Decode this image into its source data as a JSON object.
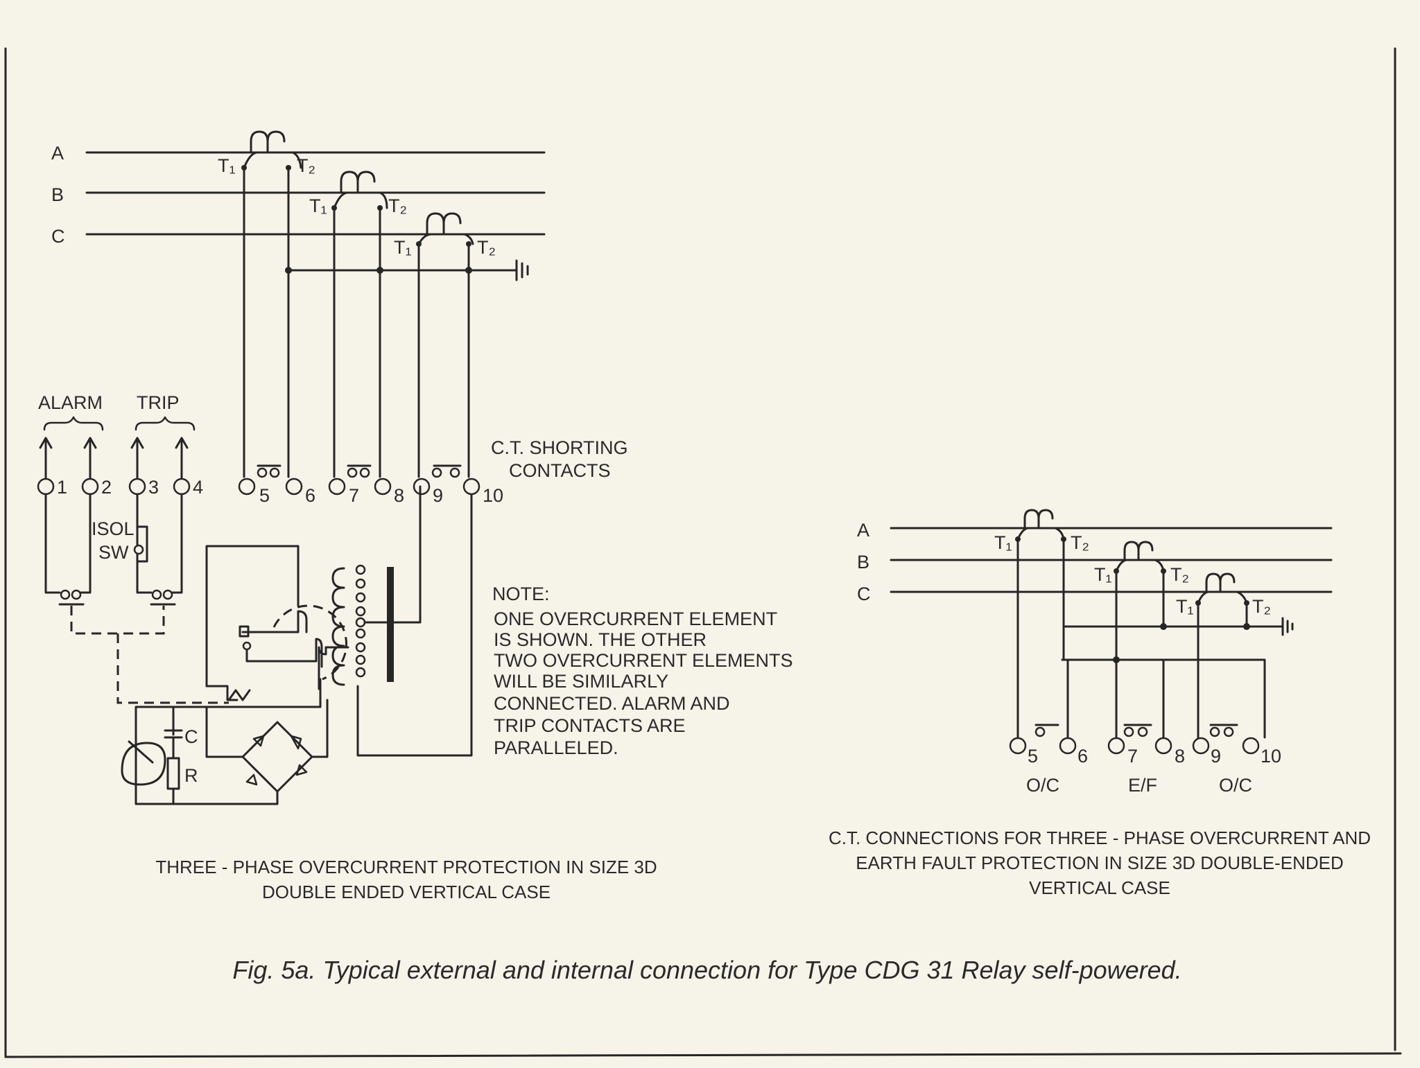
{
  "phases": [
    "A",
    "B",
    "C"
  ],
  "ct": {
    "t1": "T₁",
    "t2": "T₂"
  },
  "left": {
    "alarm": "ALARM",
    "trip": "TRIP",
    "terminals": [
      "1",
      "2",
      "3",
      "4",
      "5",
      "6",
      "7",
      "8",
      "9",
      "10"
    ],
    "isol": "ISOL",
    "sw": "SW",
    "cap_c": "C",
    "res_r": "R",
    "ct_shorting": [
      "C.T. SHORTING",
      "CONTACTS"
    ],
    "note": [
      "NOTE:",
      "ONE OVERCURRENT ELEMENT",
      "IS SHOWN. THE OTHER",
      "TWO OVERCURRENT ELEMENTS",
      "WILL BE SIMILARLY",
      "CONNECTED. ALARM AND",
      "TRIP CONTACTS ARE",
      "PARALLELED."
    ],
    "caption": [
      "THREE - PHASE OVERCURRENT PROTECTION IN SIZE 3D",
      "DOUBLE ENDED VERTICAL CASE"
    ]
  },
  "right": {
    "terminals": [
      "5",
      "6",
      "7",
      "8",
      "9",
      "10"
    ],
    "groups": [
      "O/C",
      "E/F",
      "O/C"
    ],
    "caption": [
      "C.T. CONNECTIONS FOR THREE - PHASE OVERCURRENT AND",
      "EARTH FAULT PROTECTION IN SIZE 3D DOUBLE-ENDED",
      "VERTICAL CASE"
    ]
  },
  "figure_caption": "Fig. 5a. Typical external and internal connection for Type CDG 31 Relay self-powered."
}
